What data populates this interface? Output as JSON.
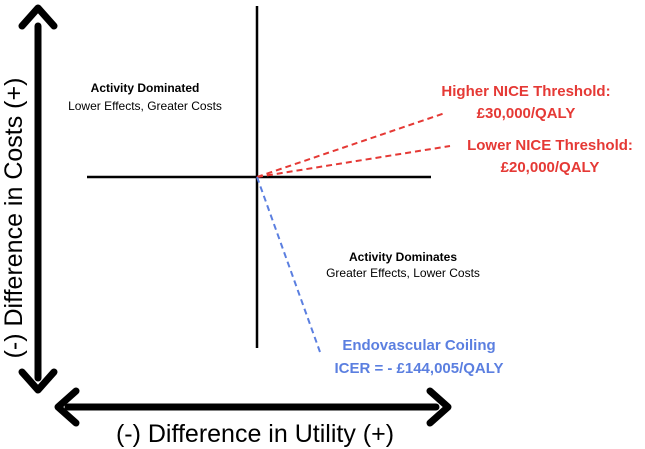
{
  "axes": {
    "y_label": "(-) Difference in Costs (+)",
    "x_label": "(-) Difference in Utility (+)"
  },
  "quadrants": {
    "top_left": {
      "title": "Activity Dominated",
      "subtitle": "Lower Effects, Greater Costs"
    },
    "bottom_right": {
      "title": "Activity Dominates",
      "subtitle": "Greater Effects, Lower Costs"
    }
  },
  "thresholds": {
    "higher": {
      "line1": "Higher NICE Threshold:",
      "line2": "£30,000/QALY"
    },
    "lower": {
      "line1": "Lower NICE Threshold:",
      "line2": "£20,000/QALY"
    }
  },
  "intervention": {
    "line1": "Endovascular Coiling",
    "line2": "ICER = - £144,005/QALY"
  },
  "colors": {
    "threshold": "#e53935",
    "intervention": "#5b7fe0",
    "axes": "#000000"
  }
}
